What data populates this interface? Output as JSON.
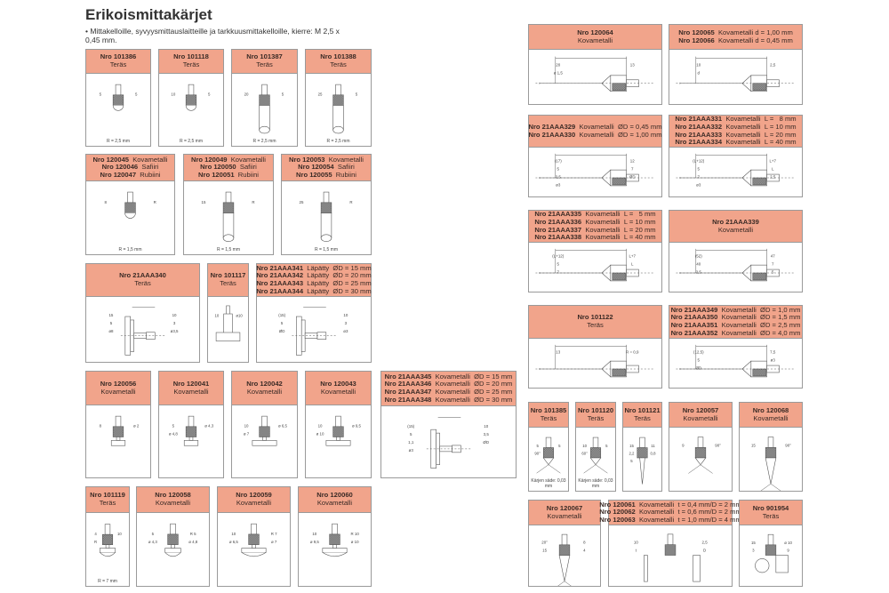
{
  "title": "Erikoismittakärjet",
  "intro": "• Mittakelloille, syvyysmittauslaitteille ja tarkkuusmittakelloille, kierre: M 2,5 x 0,45 mm.",
  "colors": {
    "header": "#f1a48b",
    "border": "#9a9a9a",
    "line": "#555555"
  },
  "cards": [
    {
      "lines": [
        [
          "Nro 101386",
          ""
        ],
        [
          "",
          "Teräs"
        ]
      ],
      "drawing": "ball-probe-icon",
      "dims": [
        "5",
        "5"
      ],
      "note": "R = 2,5 mm"
    },
    {
      "lines": [
        [
          "Nro 101118",
          ""
        ],
        [
          "",
          "Teräs"
        ]
      ],
      "drawing": "ball-probe-icon",
      "dims": [
        "10",
        "5"
      ],
      "note": "R = 2,5 mm"
    },
    {
      "lines": [
        [
          "Nro 101387",
          ""
        ],
        [
          "",
          "Teräs"
        ]
      ],
      "drawing": "long-ball-probe-icon",
      "dims": [
        "20",
        "5"
      ],
      "note": "R = 2,5 mm"
    },
    {
      "lines": [
        [
          "Nro 101388",
          ""
        ],
        [
          "",
          "Teräs"
        ]
      ],
      "drawing": "long-ball-probe-icon",
      "dims": [
        "25",
        "5"
      ],
      "note": "R = 2,5 mm"
    },
    {
      "lines": [
        [
          "Nro 120045",
          "Kovametalli"
        ],
        [
          "Nro 120046",
          "Safiiri"
        ],
        [
          "Nro 120047",
          "Rubiini"
        ]
      ],
      "drawing": "ball-probe-icon",
      "dims": [
        "8",
        "R"
      ],
      "note": "R = 1,5 mm"
    },
    {
      "lines": [
        [
          "Nro 120049",
          "Kovametalli"
        ],
        [
          "Nro 120050",
          "Safiiri"
        ],
        [
          "Nro 120051",
          "Rubiini"
        ]
      ],
      "drawing": "long-ball-probe-icon",
      "dims": [
        "15",
        "R"
      ],
      "note": "R = 1,5 mm"
    },
    {
      "lines": [
        [
          "Nro 120053",
          "Kovametalli"
        ],
        [
          "Nro 120054",
          "Safiiri"
        ],
        [
          "Nro 120055",
          "Rubiini"
        ]
      ],
      "drawing": "long-ball-probe-icon",
      "dims": [
        "25",
        "R"
      ],
      "note": "R = 1,5 mm"
    },
    {
      "lines": [
        [
          "Nro 21AAA340",
          ""
        ],
        [
          "",
          "Teräs"
        ]
      ],
      "drawing": "cylinder-probe-icon",
      "dims": [
        "15",
        "10",
        "5",
        "3",
        "ø8",
        "ø3,5"
      ],
      "note": ""
    },
    {
      "lines": [
        [
          "Nro 101117",
          ""
        ],
        [
          "",
          "Teräs"
        ]
      ],
      "drawing": "flat-disc-probe-icon",
      "dims": [
        "10",
        "ø10"
      ],
      "note": ""
    },
    {
      "lines": [
        [
          "Nro 21AAA341",
          "Läpätty  ØD = 15 mm"
        ],
        [
          "Nro 21AAA342",
          "Läpätty  ØD = 20 mm"
        ],
        [
          "Nro 21AAA343",
          "Läpätty  ØD = 25 mm"
        ],
        [
          "Nro 21AAA344",
          "Läpätty  ØD = 30 mm"
        ]
      ],
      "drawing": "disc-probe-icon",
      "dims": [
        "(15)",
        "10",
        "5",
        "3",
        "ØD",
        "ø3"
      ],
      "note": ""
    },
    {
      "lines": [
        [
          "Nro 120056",
          ""
        ],
        [
          "",
          "Kovametalli"
        ]
      ],
      "drawing": "flat-probe-icon",
      "dims": [
        "8",
        "ø 2"
      ],
      "note": ""
    },
    {
      "lines": [
        [
          "Nro 120041",
          ""
        ],
        [
          "",
          "Kovametalli"
        ]
      ],
      "drawing": "flat-probe-icon",
      "dims": [
        "5",
        "ø 4,3",
        "ø 4,8"
      ],
      "note": ""
    },
    {
      "lines": [
        [
          "Nro 120042",
          ""
        ],
        [
          "",
          "Kovametalli"
        ]
      ],
      "drawing": "flat-wide-probe-icon",
      "dims": [
        "10",
        "ø 6,5",
        "ø 7"
      ],
      "note": ""
    },
    {
      "lines": [
        [
          "Nro 120043",
          ""
        ],
        [
          "",
          "Kovametalli"
        ]
      ],
      "drawing": "flat-wide-probe-icon",
      "dims": [
        "10",
        "ø 9,5",
        "ø 10"
      ],
      "note": ""
    },
    {
      "lines": [
        [
          "Nro 21AAA345",
          "Kovametalli  ØD = 15 mm"
        ],
        [
          "Nro 21AAA346",
          "Kovametalli  ØD = 20 mm"
        ],
        [
          "Nro 21AAA347",
          "Kovametalli  ØD = 25 mm"
        ],
        [
          "Nro 21AAA348",
          "Kovametalli  ØD = 30 mm"
        ]
      ],
      "drawing": "disc-probe-icon",
      "dims": [
        "(15)",
        "10",
        "5",
        "3,5",
        "1,1",
        "ØD",
        "ø3"
      ],
      "note": ""
    },
    {
      "lines": [
        [
          "Nro 101119",
          ""
        ],
        [
          "",
          "Teräs"
        ]
      ],
      "drawing": "radius-probe-icon",
      "dims": [
        "4",
        "10",
        "R"
      ],
      "note": "R = 7 mm"
    },
    {
      "lines": [
        [
          "Nro 120058",
          ""
        ],
        [
          "",
          "Kovametalli"
        ]
      ],
      "drawing": "radius-probe-icon",
      "dims": [
        "5",
        "R 5",
        "ø 4,3",
        "ø 4,8"
      ],
      "note": ""
    },
    {
      "lines": [
        [
          "Nro 120059",
          ""
        ],
        [
          "",
          "Kovametalli"
        ]
      ],
      "drawing": "radius-wide-probe-icon",
      "dims": [
        "10",
        "R 7",
        "ø 6,5",
        "ø 7"
      ],
      "note": ""
    },
    {
      "lines": [
        [
          "Nro 120060",
          ""
        ],
        [
          "",
          "Kovametalli"
        ]
      ],
      "drawing": "radius-wide-probe-icon",
      "dims": [
        "10",
        "R 10",
        "ø 9,5",
        "ø 10"
      ],
      "note": ""
    },
    {
      "lines": [
        [
          "Nro 120064",
          ""
        ],
        [
          "",
          "Kovametalli"
        ]
      ],
      "drawing": "needle-extension-icon",
      "dims": [
        "20",
        "13",
        "ø 1,5"
      ],
      "note": ""
    },
    {
      "lines": [
        [
          "Nro 120065",
          "Kovametalli d = 1,00 mm"
        ],
        [
          "Nro 120066",
          "Kovametalli d = 0,45 mm"
        ]
      ],
      "drawing": "needle-extension-icon",
      "dims": [
        "10",
        "2,5",
        "d"
      ],
      "note": ""
    },
    {
      "lines": [
        [
          "Nro 21AAA329",
          "Kovametalli  ØD = 0,45 mm"
        ],
        [
          "Nro 21AAA330",
          "Kovametalli  ØD = 1,00 mm"
        ]
      ],
      "drawing": "needle-extension-icon",
      "dims": [
        "(17)",
        "12",
        "5",
        "7",
        "2,5",
        "ØD",
        "ø3"
      ],
      "note": ""
    },
    {
      "lines": [
        [
          "Nro 21AAA331",
          "Kovametalli  L =   8 mm"
        ],
        [
          "Nro 21AAA332",
          "Kovametalli  L = 10 mm"
        ],
        [
          "Nro 21AAA333",
          "Kovametalli  L = 20 mm"
        ],
        [
          "Nro 21AAA334",
          "Kovametalli  L = 40 mm"
        ]
      ],
      "drawing": "needle-extension-icon",
      "dims": [
        "(L+12)",
        "L+7",
        "5",
        "L",
        "7",
        "2,5",
        "ø3"
      ],
      "note": ""
    },
    {
      "lines": [
        [
          "Nro 21AAA335",
          "Kovametalli  L =   5 mm"
        ],
        [
          "Nro 21AAA336",
          "Kovametalli  L = 10 mm"
        ],
        [
          "Nro 21AAA337",
          "Kovametalli  L = 20 mm"
        ],
        [
          "Nro 21AAA338",
          "Kovametalli  L = 40 mm"
        ]
      ],
      "drawing": "needle-extension-icon",
      "dims": [
        "(L+12)",
        "L+7",
        "5",
        "L",
        "7"
      ],
      "note": ""
    },
    {
      "lines": [
        [
          "Nro 21AAA339",
          ""
        ],
        [
          "",
          "Kovametalli"
        ]
      ],
      "drawing": "needle-extension-icon",
      "dims": [
        "(52)",
        "47",
        "40",
        "7",
        "2,5",
        "5"
      ],
      "note": ""
    },
    {
      "lines": [
        [
          "Nro 101122",
          ""
        ],
        [
          "",
          "Teräs"
        ]
      ],
      "drawing": "ball-cone-icon",
      "dims": [
        "13",
        "R = 0,9"
      ],
      "note": ""
    },
    {
      "lines": [
        [
          "Nro 21AAA349",
          "Kovametalli  ØD = 1,0 mm"
        ],
        [
          "Nro 21AAA350",
          "Kovametalli  ØD = 1,5 mm"
        ],
        [
          "Nro 21AAA351",
          "Kovametalli  ØD = 2,5 mm"
        ],
        [
          "Nro 21AAA352",
          "Kovametalli  ØD = 4,0 mm"
        ]
      ],
      "drawing": "ball-cone-icon",
      "dims": [
        "(12,5)",
        "7,5",
        "5",
        "ø3",
        "ØD"
      ],
      "note": ""
    },
    {
      "lines": [
        [
          "Nro 101385",
          ""
        ],
        [
          "",
          "Teräs"
        ]
      ],
      "drawing": "point-probe-icon",
      "dims": [
        "5",
        "5",
        "90°"
      ],
      "note": "Kärjen säde: 0,03 mm"
    },
    {
      "lines": [
        [
          "Nro 101120",
          ""
        ],
        [
          "",
          "Teräs"
        ]
      ],
      "drawing": "point-probe-icon",
      "dims": [
        "10",
        "5",
        "60°"
      ],
      "note": "Kärjen säde: 0,03 mm"
    },
    {
      "lines": [
        [
          "Nro 101121",
          ""
        ],
        [
          "",
          "Teräs"
        ]
      ],
      "drawing": "needle-probe-icon",
      "dims": [
        "15",
        "11",
        "2,2",
        "0,8",
        "5"
      ],
      "note": ""
    },
    {
      "lines": [
        [
          "Nro 120057",
          ""
        ],
        [
          "",
          "Kovametalli"
        ]
      ],
      "drawing": "point-probe-icon",
      "dims": [
        "9",
        "90°"
      ],
      "note": ""
    },
    {
      "lines": [
        [
          "Nro 120068",
          ""
        ],
        [
          "",
          "Kovametalli"
        ]
      ],
      "drawing": "cone-probe-icon",
      "dims": [
        "15",
        "90°"
      ],
      "note": ""
    },
    {
      "lines": [
        [
          "Nro 120067",
          ""
        ],
        [
          "",
          "Kovametalli"
        ]
      ],
      "drawing": "cone-probe-icon",
      "dims": [
        "20°",
        "8",
        "15",
        "4"
      ],
      "note": ""
    },
    {
      "lines": [
        [
          "Nro 120061",
          "Kovametalli  t = 0,4 mm/D = 2 mm"
        ],
        [
          "Nro 120062",
          "Kovametalli  t = 0,6 mm/D = 2 mm"
        ],
        [
          "Nro 120063",
          "Kovametalli  t = 1,0 mm/D = 4 mm"
        ]
      ],
      "drawing": "blade-probe-icon",
      "dims": [
        "10",
        "2,5",
        "t",
        "D"
      ],
      "note": ""
    },
    {
      "lines": [
        [
          "Nro 901954",
          ""
        ],
        [
          "",
          "Teräs"
        ]
      ],
      "drawing": "roller-probe-icon",
      "dims": [
        "15",
        "ø 10",
        "3",
        "9"
      ],
      "note": ""
    }
  ]
}
